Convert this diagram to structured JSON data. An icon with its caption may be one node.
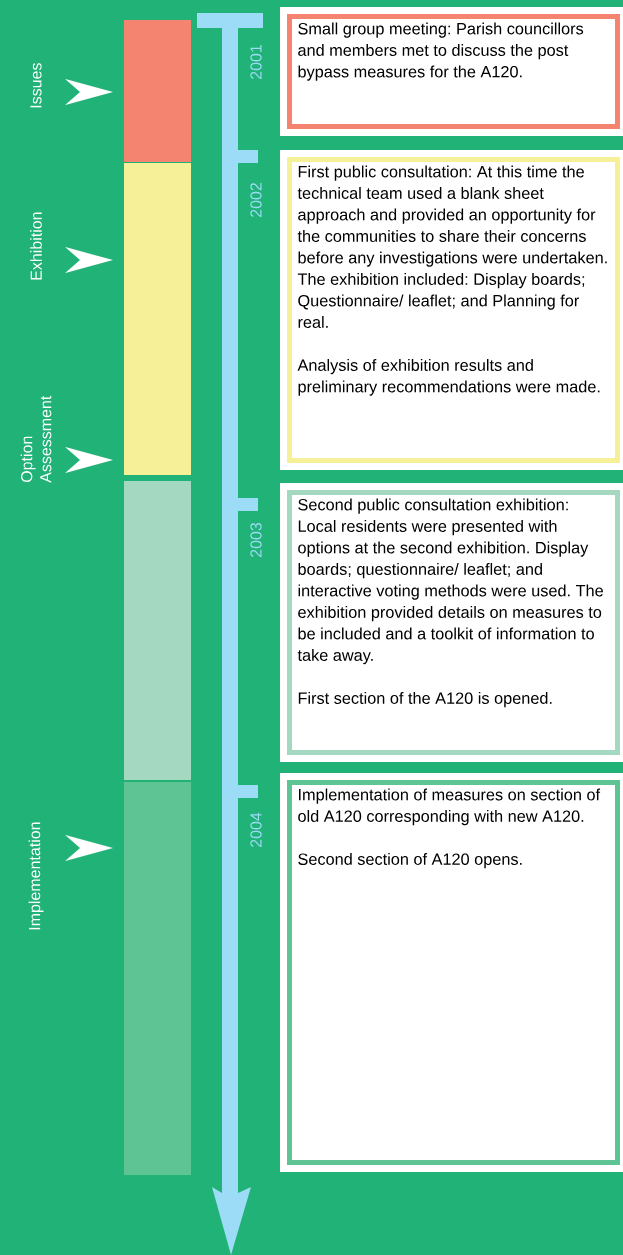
{
  "diagram": {
    "nodes": [
      {
        "text": [
          "Issues"
        ]
      },
      {
        "text": [
          "Exhibition"
        ]
      },
      {
        "text": [
          "Option Assessment"
        ]
      },
      {
        "text": [
          "Implementation"
        ]
      },
      {
        "text": [],
        "shape": "bar"
      },
      {
        "text": [],
        "shape": "bar"
      },
      {
        "text": [],
        "shape": "bar"
      },
      {
        "text": [],
        "shape": "bar"
      },
      {
        "text": [
          "Small group meeting: Parish councillors and members met to discuss the post bypass measures for the A120."
        ]
      },
      {
        "text": [
          "First public consultation: At this time the technical team used a blank sheet approach and provided an opportunity for the communities to share their concerns before any investigations were undertaken. The exhibition included: Display boards; Questionnaire/ leaflet; and Planning for real.",
          "Analysis of exhibition results and preliminary recommendations were made."
        ]
      },
      {
        "text": [
          "Second public consultation exhibition: Local residents were presented with options at the second exhibition. Display boards; questionnaire/ leaflet; and interactive voting methods were used. The exhibition provided details on measures to be included and a toolkit of information to take away.",
          "First section of the A120 is opened."
        ]
      },
      {
        "text": [
          "Implementation of measures on section of old A120 corresponding with new A120.",
          "Second section of A120 opens."
        ]
      }
    ],
    "edges": [
      {
        "from": 0,
        "to": 4,
        "arrow": "to"
      },
      {
        "from": 1,
        "to": 5,
        "arrow": "to"
      },
      {
        "from": 2,
        "to": 5,
        "arrow": "to"
      },
      {
        "from": 3,
        "to": 7,
        "arrow": "to"
      }
    ],
    "labels": [
      "2001",
      "2002",
      "2003",
      "2004"
    ]
  }
}
